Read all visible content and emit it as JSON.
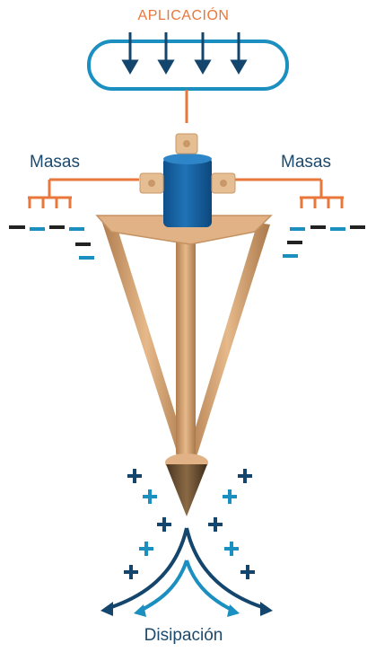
{
  "labels": {
    "top": "APLICACIÓN",
    "left": "Masas",
    "right": "Masas",
    "bottom": "Disipación"
  },
  "colors": {
    "orange": "#e9773b",
    "navy": "#14466d",
    "teal": "#1a8fc0",
    "black": "#222222",
    "body": "#d9a777"
  }
}
